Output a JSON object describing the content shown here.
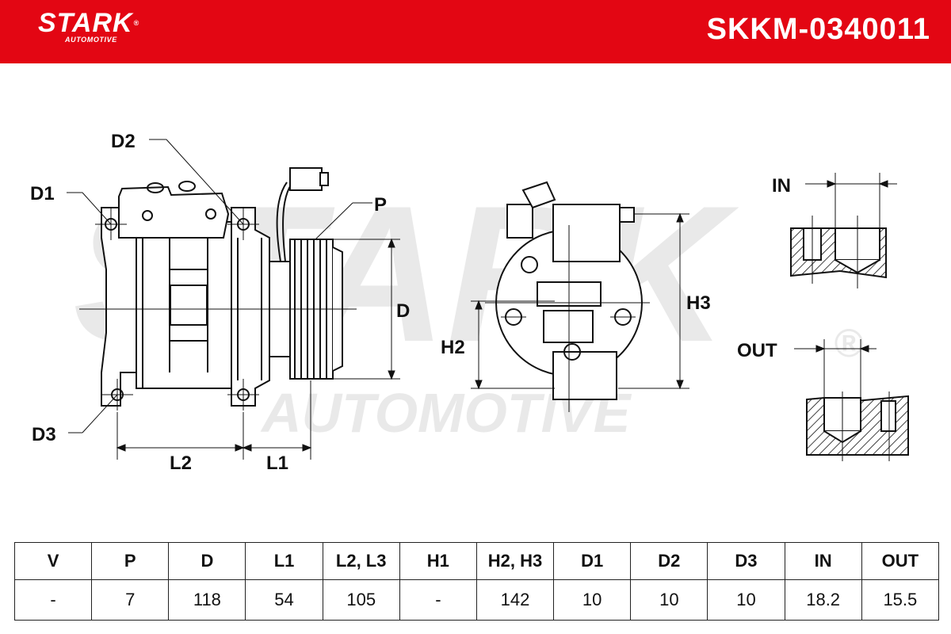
{
  "brand": {
    "name": "STARK",
    "registered": "®",
    "subtitle": "AUTOMOTIVE",
    "color": "#e30613"
  },
  "part_number": "SKKM-0340011",
  "watermark": {
    "main": "STARK",
    "sub": "AUTOMOTIVE",
    "registered": "®"
  },
  "diagram_labels": {
    "d1": "D1",
    "d2": "D2",
    "d3": "D3",
    "p": "P",
    "d": "D",
    "l1": "L1",
    "l2": "L2",
    "h2": "H2",
    "h3": "H3",
    "in": "IN",
    "out": "OUT"
  },
  "spec_table": {
    "headers": [
      "V",
      "P",
      "D",
      "L1",
      "L2, L3",
      "H1",
      "H2, H3",
      "D1",
      "D2",
      "D3",
      "IN",
      "OUT"
    ],
    "values": [
      "-",
      "7",
      "118",
      "54",
      "105",
      "-",
      "142",
      "10",
      "10",
      "10",
      "18.2",
      "15.5"
    ]
  }
}
